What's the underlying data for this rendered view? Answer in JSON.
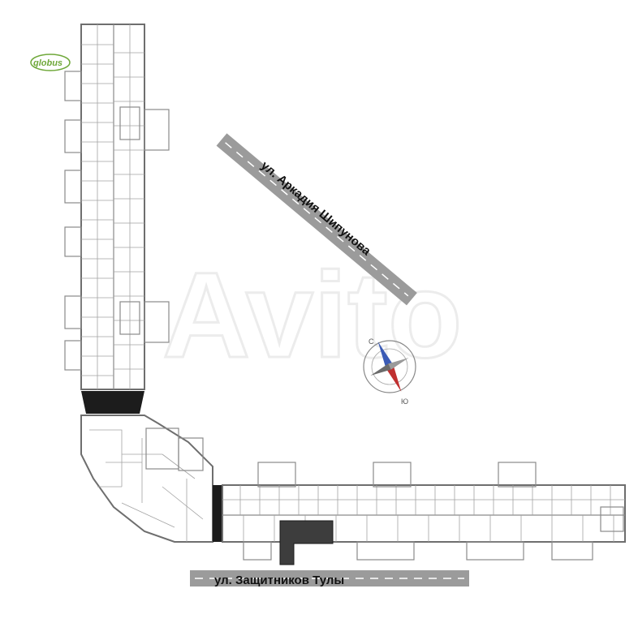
{
  "logo": {
    "text": "globus",
    "color": "#6fa83a"
  },
  "watermark": {
    "text": "Avito"
  },
  "streets": [
    {
      "id": "diagonal",
      "label": "ул. Аркадия Шипунова"
    },
    {
      "id": "bottom",
      "label": "ул. Защитников Тулы"
    }
  ],
  "compass": {
    "north_label": "С",
    "south_label": "Ю"
  },
  "colors": {
    "road": "#9b9b9b",
    "road_marking": "#ffffff",
    "highlight_unit": "#3d3d3d",
    "walls": "#8a8a8a",
    "compass_north": "#3b5bb5",
    "compass_south": "#c03030"
  },
  "highlighted_unit": {
    "selected": true
  }
}
